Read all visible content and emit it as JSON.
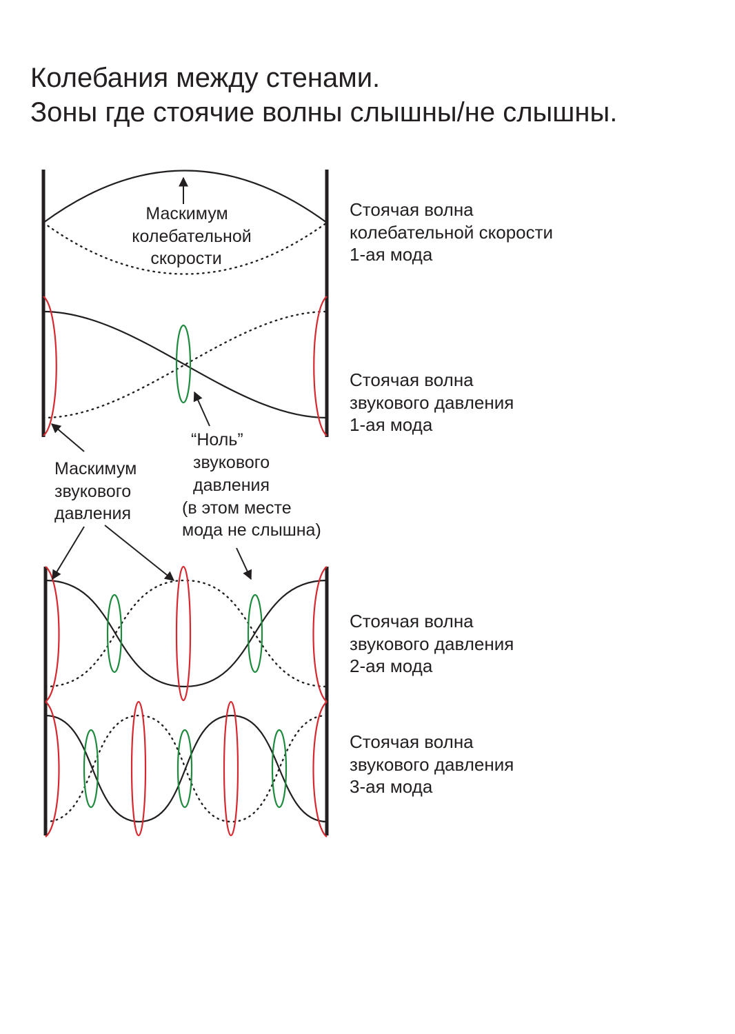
{
  "title": {
    "line1": "Колебания между стенами.",
    "line2": "Зоны где стоячие волны слышны/не слышны."
  },
  "modes": [
    {
      "line1": "Стоячая волна",
      "line2": "колебательной скорости",
      "line3": "1-ая мода"
    },
    {
      "line1": "Стоячая волна",
      "line2": "звукового давления",
      "line3": "1-ая мода"
    },
    {
      "line1": "Стоячая волна",
      "line2": "звукового давления",
      "line3": "2-ая мода"
    },
    {
      "line1": "Стоячая волна",
      "line2": "звукового давления",
      "line3": "3-ая мода"
    }
  ],
  "annotations": {
    "velocity_max": {
      "line1": "Маскимум",
      "line2": "колебательной",
      "line3": "скорости"
    },
    "pressure_max": {
      "line1": "Маскимум",
      "line2": "звукового",
      "line3": "давления"
    },
    "pressure_null": {
      "line1": "“Ноль”",
      "line2": "звукового",
      "line3": "давления",
      "line4": "(в этом месте",
      "line5": "мода не слышна)"
    }
  },
  "colors": {
    "ink": "#231f20",
    "pressure_max_marker": "#d7282f",
    "pressure_null_marker": "#1d8a3e"
  }
}
